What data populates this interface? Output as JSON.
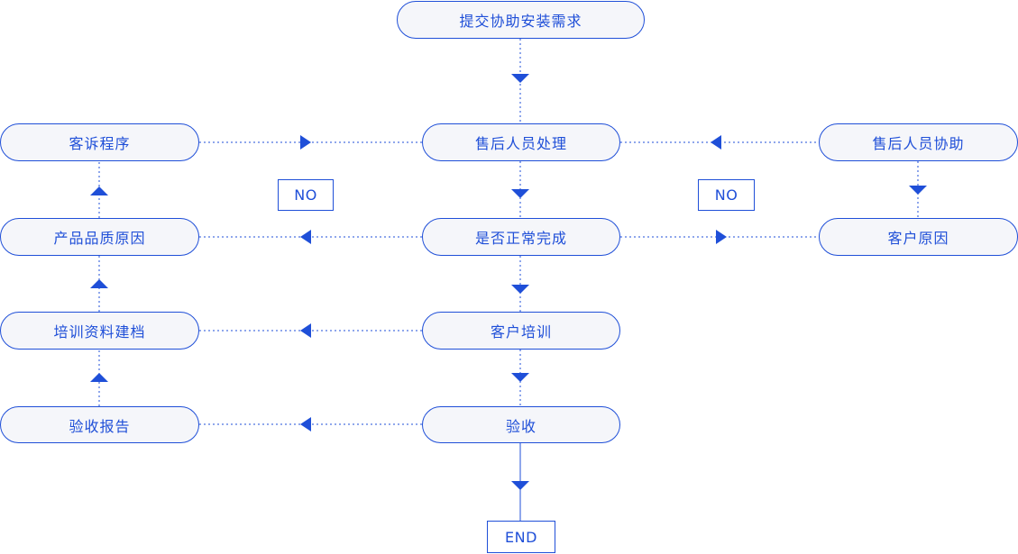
{
  "nodes": {
    "submit_request": "提交协助安装需求",
    "aftersales_handle": "售后人员处理",
    "aftersales_assist": "售后人员协助",
    "complaint_procedure": "客诉程序",
    "product_quality_cause": "产品品质原因",
    "normal_completion": "是否正常完成",
    "customer_cause": "客户原因",
    "training_archive": "培训资料建档",
    "customer_training": "客户培训",
    "acceptance_report": "验收报告",
    "acceptance": "验收"
  },
  "labels": {
    "no_left": "NO",
    "no_right": "NO",
    "end": "END"
  },
  "colors": {
    "accent": "#1f4fd8",
    "node_fill": "#f5f6fa"
  }
}
